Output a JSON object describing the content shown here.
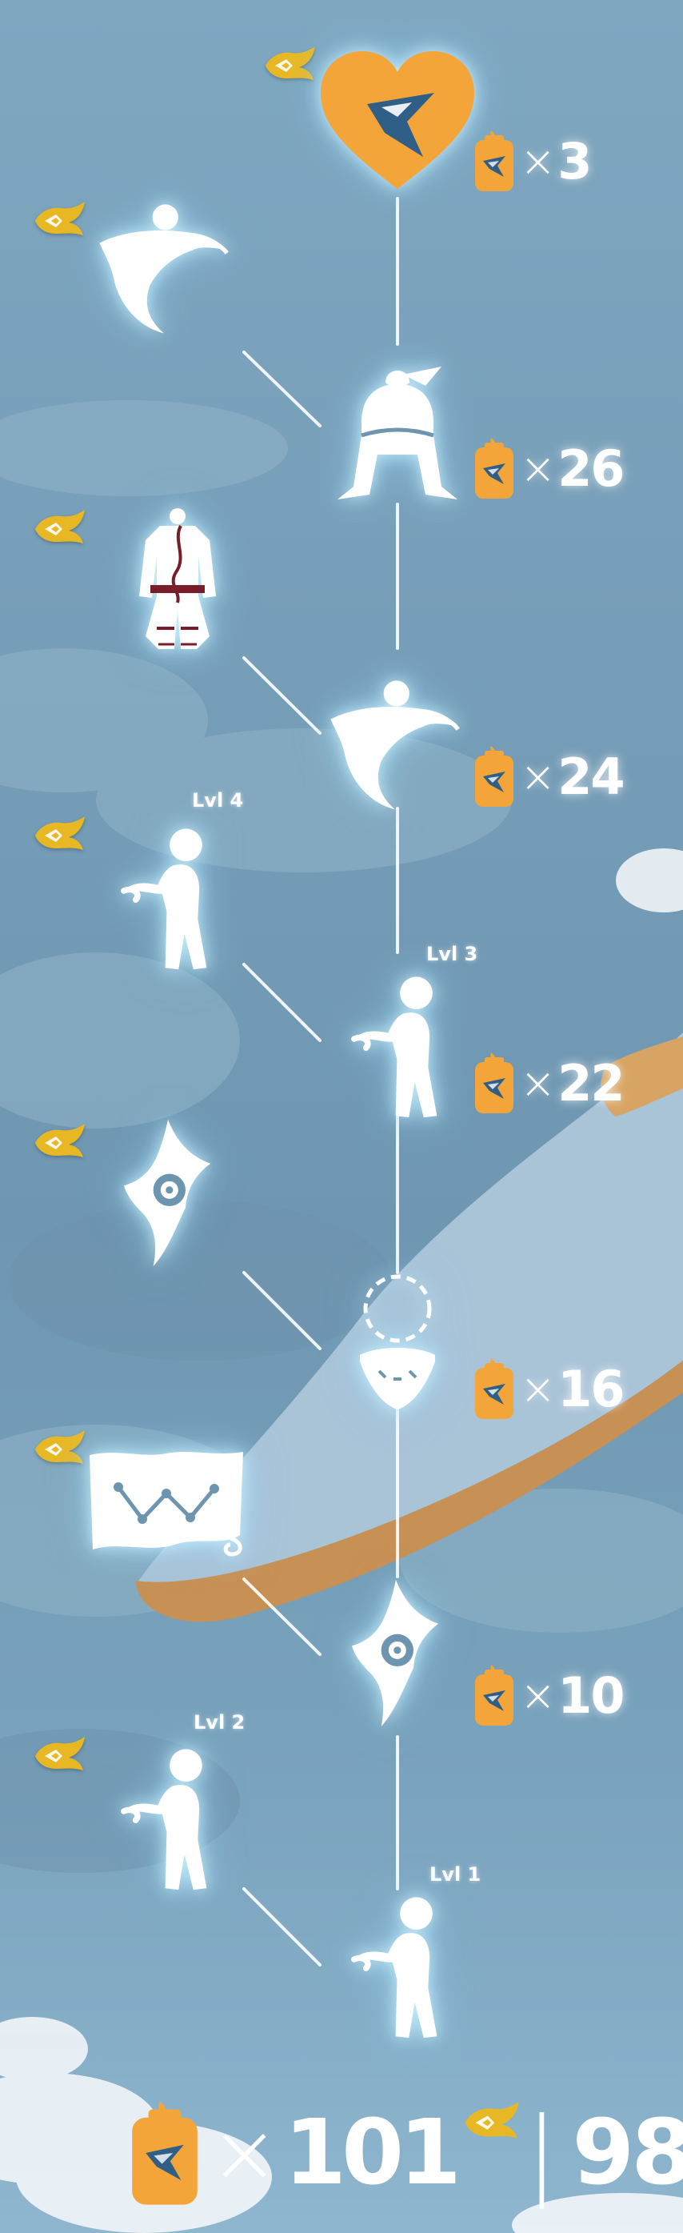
{
  "screen": "spirit-tree",
  "colors": {
    "candle": "#f4a53a",
    "badge_gold": "#e8b824",
    "glow": "#ffffff"
  },
  "tree": {
    "heart": {
      "cost": "3",
      "icon": "heart-icon"
    },
    "row1": {
      "cost": "26",
      "left_icon": "cape-icon",
      "right_icon": "hat-icon"
    },
    "row2": {
      "cost": "24",
      "left_icon": "outfit-icon",
      "right_icon": "cape-icon"
    },
    "row3": {
      "cost": "22",
      "left_icon": "emote-icon",
      "left_level": "Lvl 4",
      "right_icon": "emote-icon",
      "right_level": "Lvl 3"
    },
    "row4": {
      "cost": "16",
      "left_icon": "spell-icon",
      "right_icon": "hair-accessory-icon"
    },
    "row5": {
      "cost": "10",
      "left_icon": "music-sheet-icon",
      "right_icon": "spell-icon"
    },
    "row6": {
      "left_icon": "emote-icon",
      "left_level": "Lvl 2",
      "right_icon": "emote-icon",
      "right_level": "Lvl 1"
    }
  },
  "totals": {
    "candles": "101",
    "ascended": "98",
    "multiplier": "×",
    "separator": "|"
  }
}
